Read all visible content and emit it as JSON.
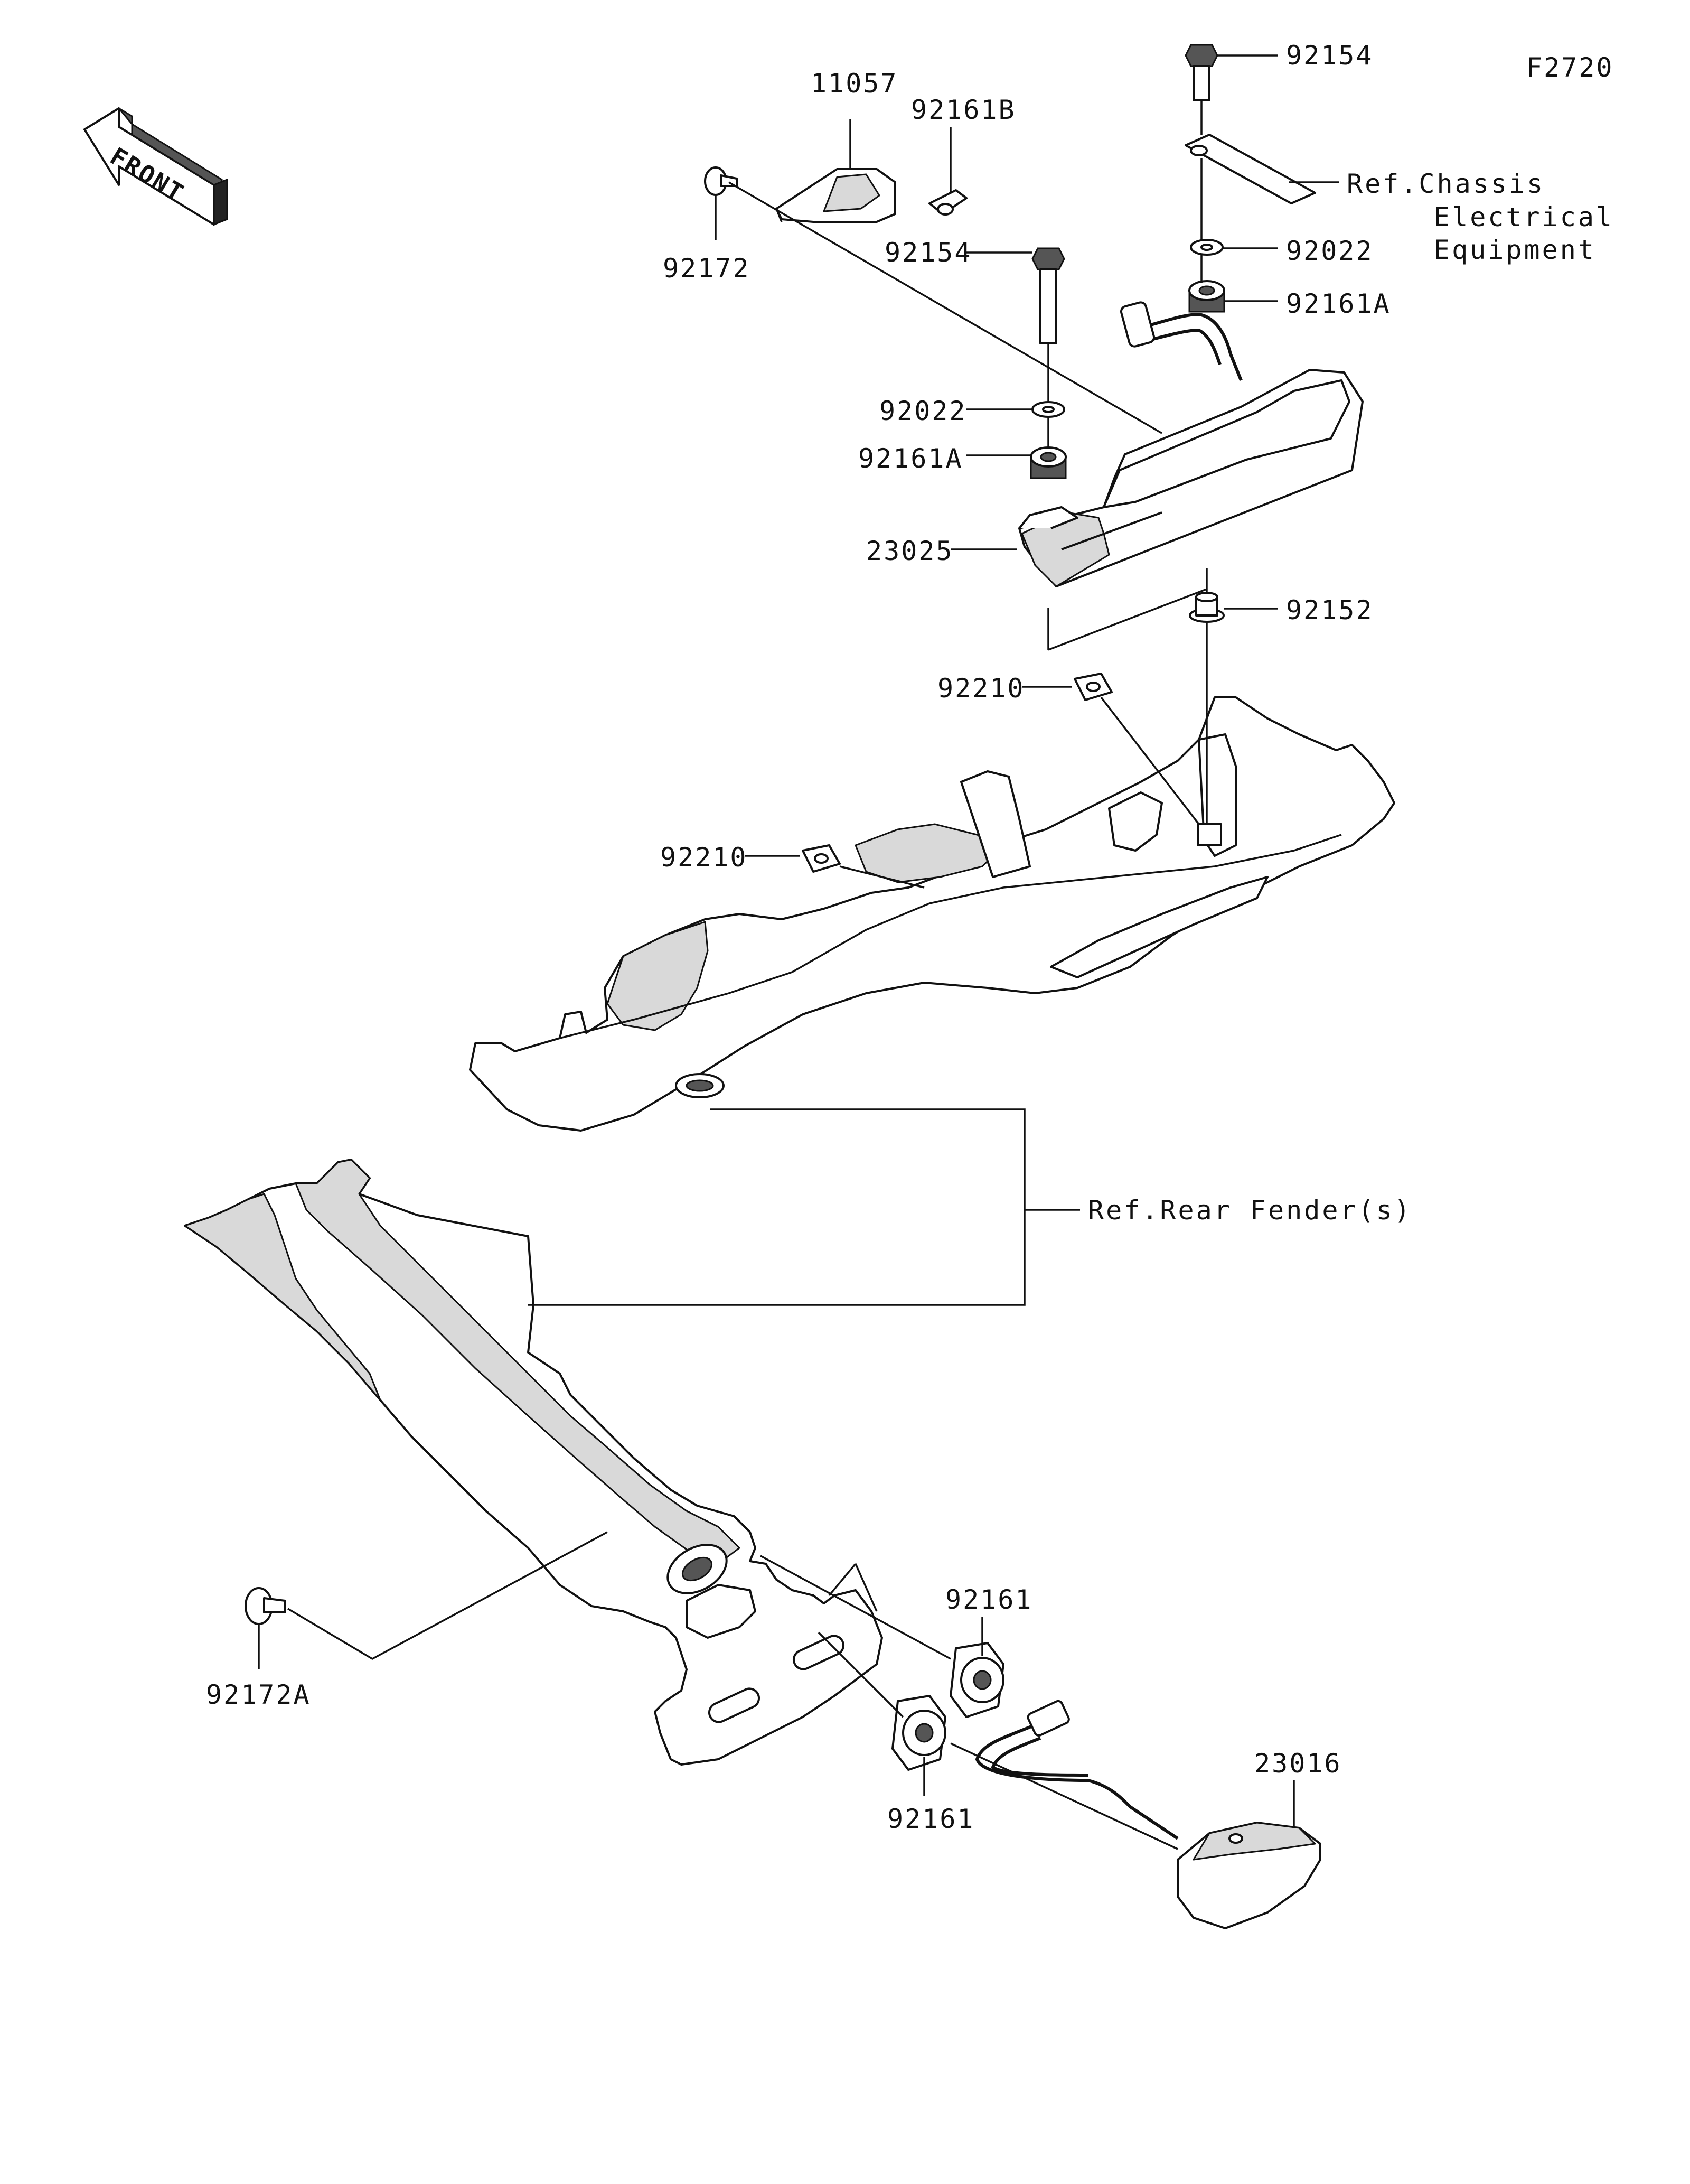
{
  "figure_code": "F2720",
  "front_label": "FRONT",
  "labels": {
    "p11057": "11057",
    "p92161B": "92161B",
    "p92172": "92172",
    "p92154_top": "92154",
    "p92154_mid": "92154",
    "p92022_top": "92022",
    "p92022_mid": "92022",
    "p92161A_top": "92161A",
    "p92161A_mid": "92161A",
    "p23025": "23025",
    "p92152": "92152",
    "p92210_right": "92210",
    "p92210_left": "92210",
    "p92161_upper": "92161",
    "p92161_lower": "92161",
    "p92172A": "92172A",
    "p23016": "23016"
  },
  "references": {
    "chassis_line1": "Ref.Chassis",
    "chassis_line2": "Electrical",
    "chassis_line3": "Equipment",
    "rear_fender": "Ref.Rear Fender(s)"
  }
}
